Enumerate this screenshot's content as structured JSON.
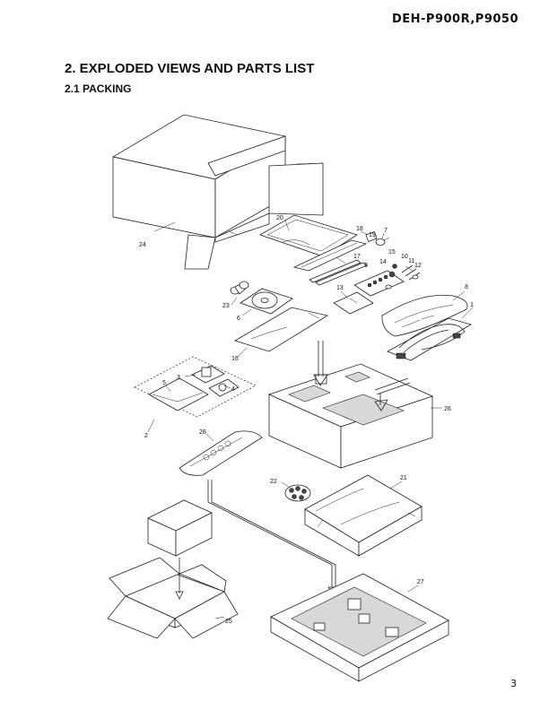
{
  "header": {
    "model": "DEH-P900R,P9050"
  },
  "section": {
    "title": "2. EXPLODED VIEWS AND PARTS LIST",
    "subtitle": "2.1 PACKING"
  },
  "footer": {
    "page_number": "3"
  },
  "parts": {
    "p1": "1",
    "p2": "2",
    "p3": "3",
    "p4": "4",
    "p5": "5",
    "p6": "6",
    "p7": "7",
    "p8": "8",
    "p9": "9",
    "p10": "10",
    "p11": "11",
    "p12": "12",
    "p13": "13",
    "p14": "14",
    "p15": "15",
    "p16": "16",
    "p17": "17",
    "p18": "18",
    "p19": "19",
    "p20": "20",
    "p21": "21",
    "p22": "22",
    "p23": "23",
    "p24": "24",
    "p25": "25",
    "p26": "26",
    "p27": "27",
    "p28": "28"
  }
}
